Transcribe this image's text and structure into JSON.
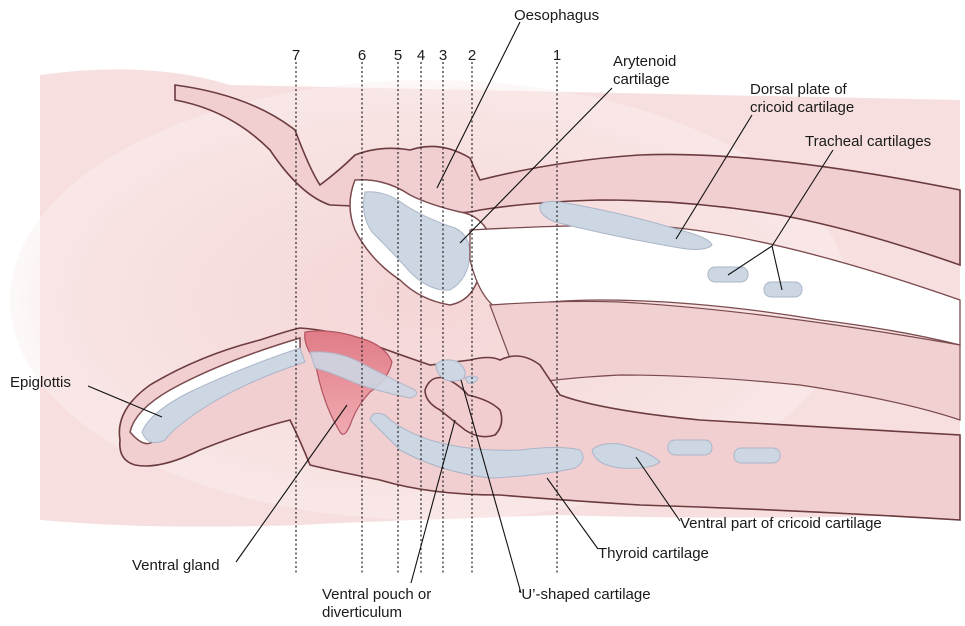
{
  "section_numbers": [
    "1",
    "2",
    "3",
    "4",
    "5",
    "6",
    "7"
  ],
  "labels": {
    "oesophagus": "Oesophagus",
    "arytenoid_1": "Arytenoid",
    "arytenoid_2": "cartilage",
    "dorsal_1": "Dorsal plate of",
    "dorsal_2": "cricoid cartilage",
    "tracheal": "Tracheal cartilages",
    "epiglottis": "Epiglottis",
    "ventral_gland": "Ventral gland",
    "ventral_pouch_1": "Ventral pouch or",
    "ventral_pouch_2": "diverticulum",
    "u_shaped": "‘U’-shaped cartilage",
    "thyroid": "Thyroid cartilage",
    "ventral_cricoid": "Ventral part of cricoid cartilage"
  },
  "colors": {
    "tissue": "#f7dfdf",
    "tissue_shadow": "#ecc3c4",
    "cartilage": "#cdd6e3",
    "gland": "#e68f98",
    "outline": "#6b3b3e"
  }
}
